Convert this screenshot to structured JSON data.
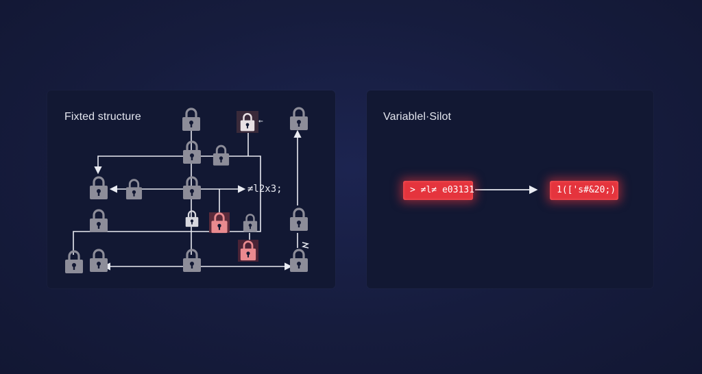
{
  "left_panel": {
    "title": "Fixted structure",
    "label": "≠l2x3;",
    "small_mark": "←"
  },
  "right_panel": {
    "title": "Variablel·Silot",
    "source_chip": "> ≠l≠ e03131",
    "target_chip": "1(['s#&20;)"
  },
  "colors": {
    "background": "#161c3d",
    "panel": "#121833",
    "lock_gray": "#8d8d99",
    "lock_highlight": "#e98a8f",
    "chip_red": "#e5343d",
    "line_white": "#e9ebf2"
  },
  "icons": [
    "lock-icon",
    "arrow-icon"
  ]
}
